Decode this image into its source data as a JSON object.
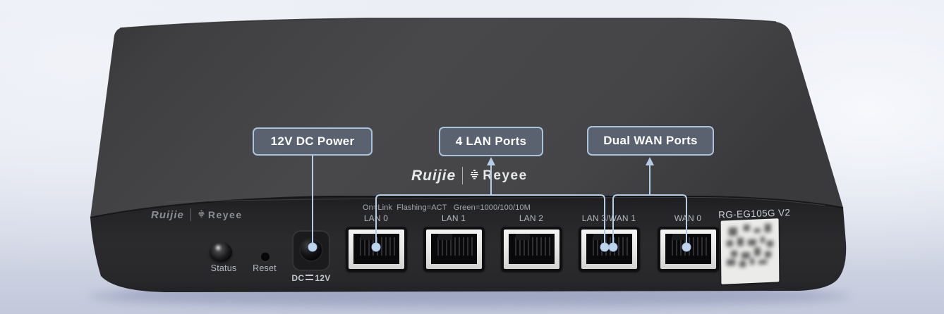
{
  "scene": {
    "description_type": "annotated-product-diagram",
    "background_top": "#ecEEf6",
    "background_bottom": "#c3c9db"
  },
  "callouts": [
    {
      "id": "dc-power",
      "label": "12V DC Power"
    },
    {
      "id": "lan-ports",
      "label": "4 LAN Ports"
    },
    {
      "id": "wan-ports",
      "label": "Dual WAN Ports"
    }
  ],
  "branding": {
    "primary": "Ruijie",
    "divider": "|",
    "secondary": "Reyee"
  },
  "device": {
    "model_label": "RG-EG105G V2",
    "status_label": "Status",
    "reset_label": "Reset",
    "dc_label_prefix": "DC",
    "dc_label_suffix": "12V",
    "port_legend": "On=Link  Flashing=ACT   Green=1000/100/10M",
    "ports": [
      {
        "label": "LAN 0"
      },
      {
        "label": "LAN 1"
      },
      {
        "label": "LAN 2"
      },
      {
        "label": "LAN 3/WAN 1"
      },
      {
        "label": "WAN 0"
      }
    ]
  },
  "colors": {
    "callout_fill": "#5a6270",
    "callout_border": "#a9c3de",
    "callout_text": "#ffffff",
    "connector_line": "#b4cce6",
    "connector_dot": "#bcd4ee",
    "device_top": "#464648",
    "device_front": "#29292b",
    "device_text": "#b3b7bf"
  }
}
